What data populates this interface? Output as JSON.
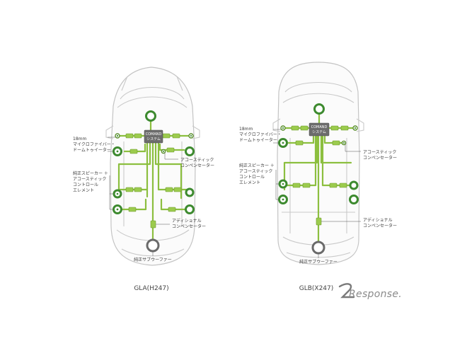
{
  "cars": [
    {
      "model_label": "GLA(H247)",
      "system_label_line1": "COMAND",
      "system_label_line2": "システム",
      "tweeter_label_line1": "18mm",
      "tweeter_label_line2": "マイクロファイバー・",
      "tweeter_label_line3": "ドームトゥイーター",
      "speaker_label_line1": "純正スピーカー ＋",
      "speaker_label_line2": "アコースティック",
      "speaker_label_line3": "コントロール",
      "speaker_label_line4": "エレメント",
      "acoustic_label_line1": "アコースティック",
      "acoustic_label_line2": "コンペンセーター",
      "additional_label_line1": "アディショナル",
      "additional_label_line2": "コンペンセーター",
      "subwoofer_label": "純正サブウーファー"
    },
    {
      "model_label": "GLB(X247)",
      "system_label_line1": "COMAND",
      "system_label_line2": "システム",
      "tweeter_label_line1": "18mm",
      "tweeter_label_line2": "マイクロファイバー・",
      "tweeter_label_line3": "ドームトゥイーター",
      "speaker_label_line1": "純正スピーカー ＋",
      "speaker_label_line2": "アコースティック",
      "speaker_label_line3": "コントロール",
      "speaker_label_line4": "エレメント",
      "acoustic_label_line1": "アコースティック",
      "acoustic_label_line2": "コンペンセーター",
      "additional_label_line1": "アディショナル",
      "additional_label_line2": "コンペンセーター",
      "subwoofer_label": "純正サブウーファー"
    }
  ],
  "watermark": "Response."
}
